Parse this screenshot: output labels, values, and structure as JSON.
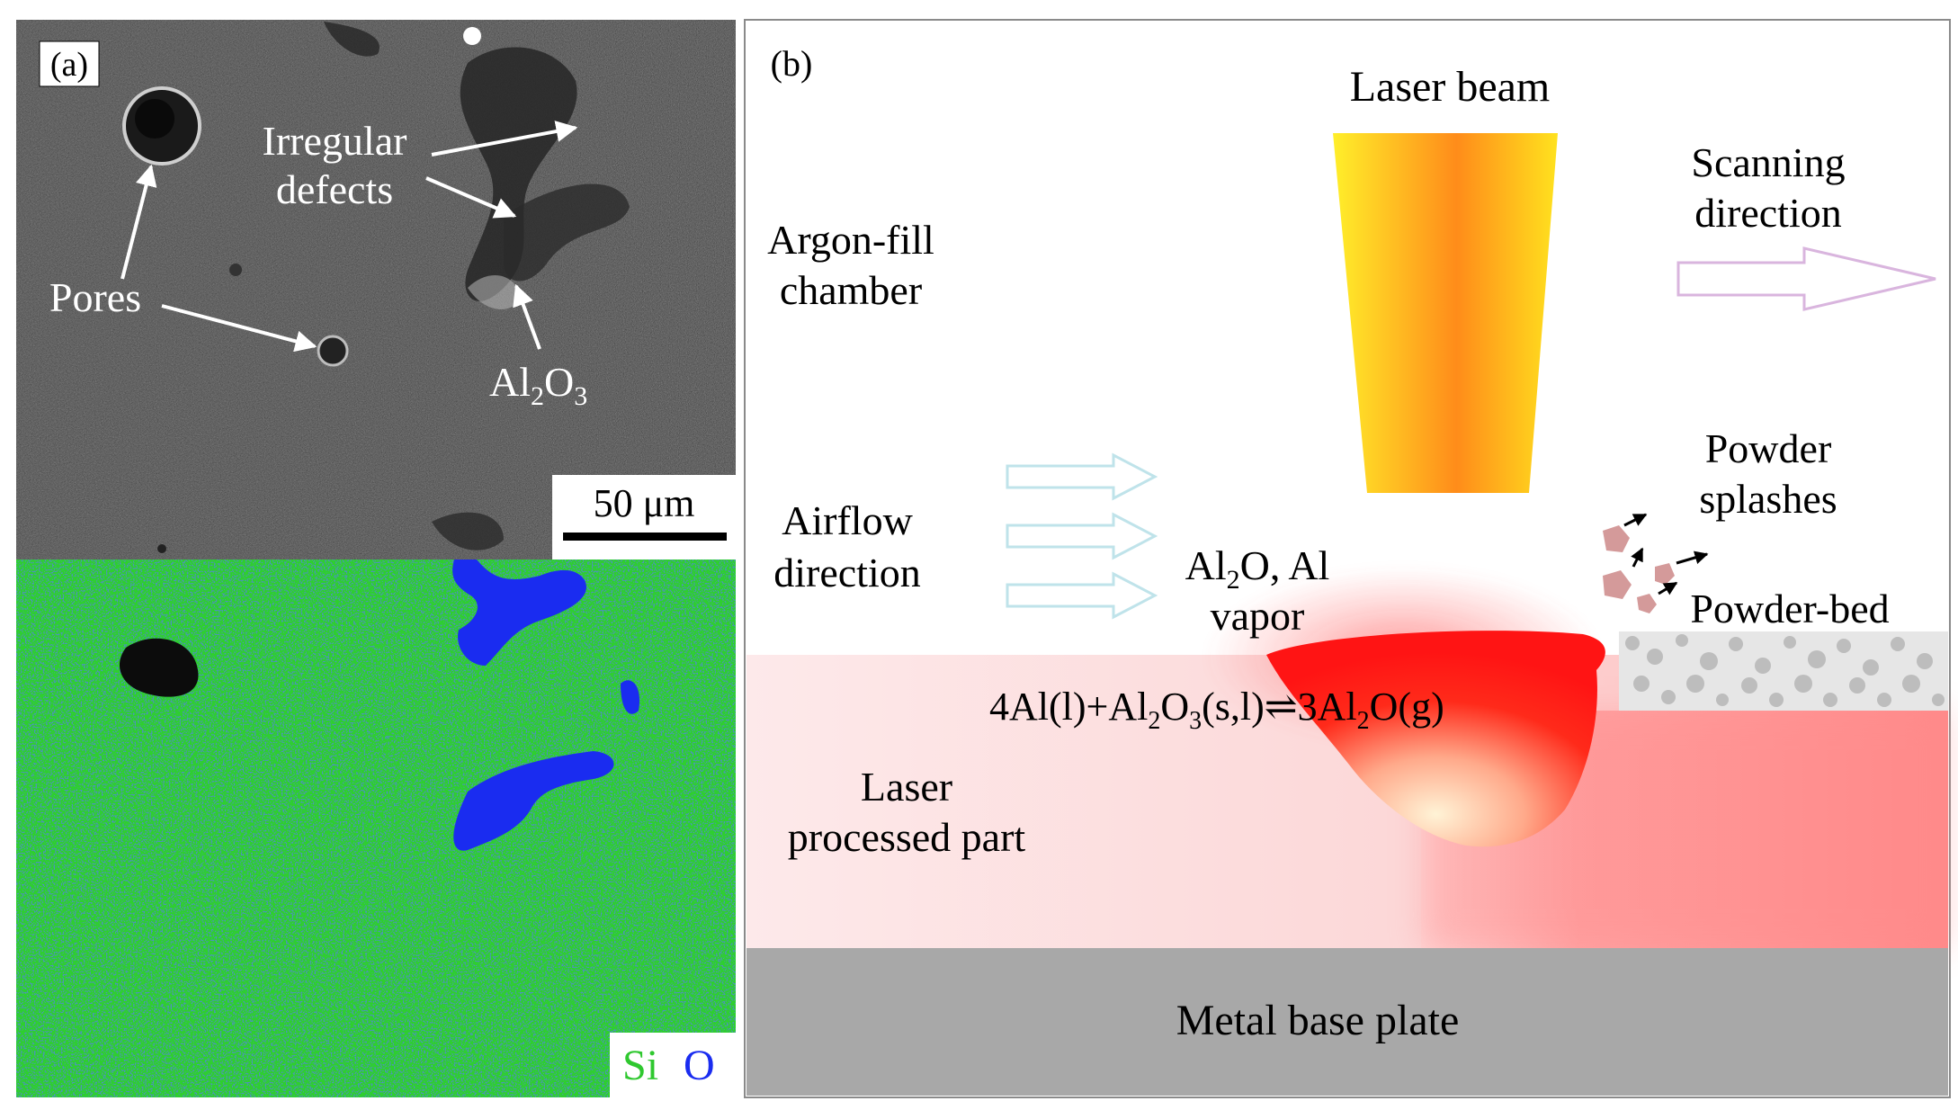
{
  "panel_a": {
    "label": "(a)",
    "annotations": {
      "irregular_line1": "Irregular",
      "irregular_line2": "defects",
      "pores": "Pores",
      "al2o3_base": "Al",
      "al2o3_sub1": "2",
      "al2o3_mid": "O",
      "al2o3_sub2": "3"
    },
    "scale_bar": "50 μm",
    "map_legend": {
      "si": "Si",
      "o": "O"
    },
    "colors": {
      "si": "#2fd12f",
      "o": "#1a2cf0",
      "sem_bg": "#4a4a4a"
    }
  },
  "panel_b": {
    "label": "(b)",
    "laser_beam": "Laser beam",
    "scanning_line1": "Scanning",
    "scanning_line2": "direction",
    "argon_line1": "Argon-fill",
    "argon_line2": "chamber",
    "airflow_line1": "Airflow",
    "airflow_line2": "direction",
    "vapor_a1": "Al",
    "vapor_a2": "2",
    "vapor_a3": "O, Al",
    "vapor_line2": "vapor",
    "splashes_line1": "Powder",
    "splashes_line2": "splashes",
    "powder_bed": "Powder-bed",
    "reaction": {
      "p1": "4Al(l)+Al",
      "s1": "2",
      "p2": "O",
      "s2": "3",
      "p3": "(s,l)",
      "arrow": "⇌",
      "p4": "3Al",
      "s3": "2",
      "p5": "O(g)"
    },
    "part_line1": "Laser",
    "part_line2": "processed part",
    "base_plate": "Metal base plate",
    "colors": {
      "beam_edge": "#ffe81a",
      "beam_core": "#ff8a1a",
      "melt": "#ff1a1a",
      "part": "#ff8f8f",
      "plate": "#a8a8a8",
      "airflow": "#bfe8ee",
      "scan_arrow": "#e6c6ea"
    }
  }
}
